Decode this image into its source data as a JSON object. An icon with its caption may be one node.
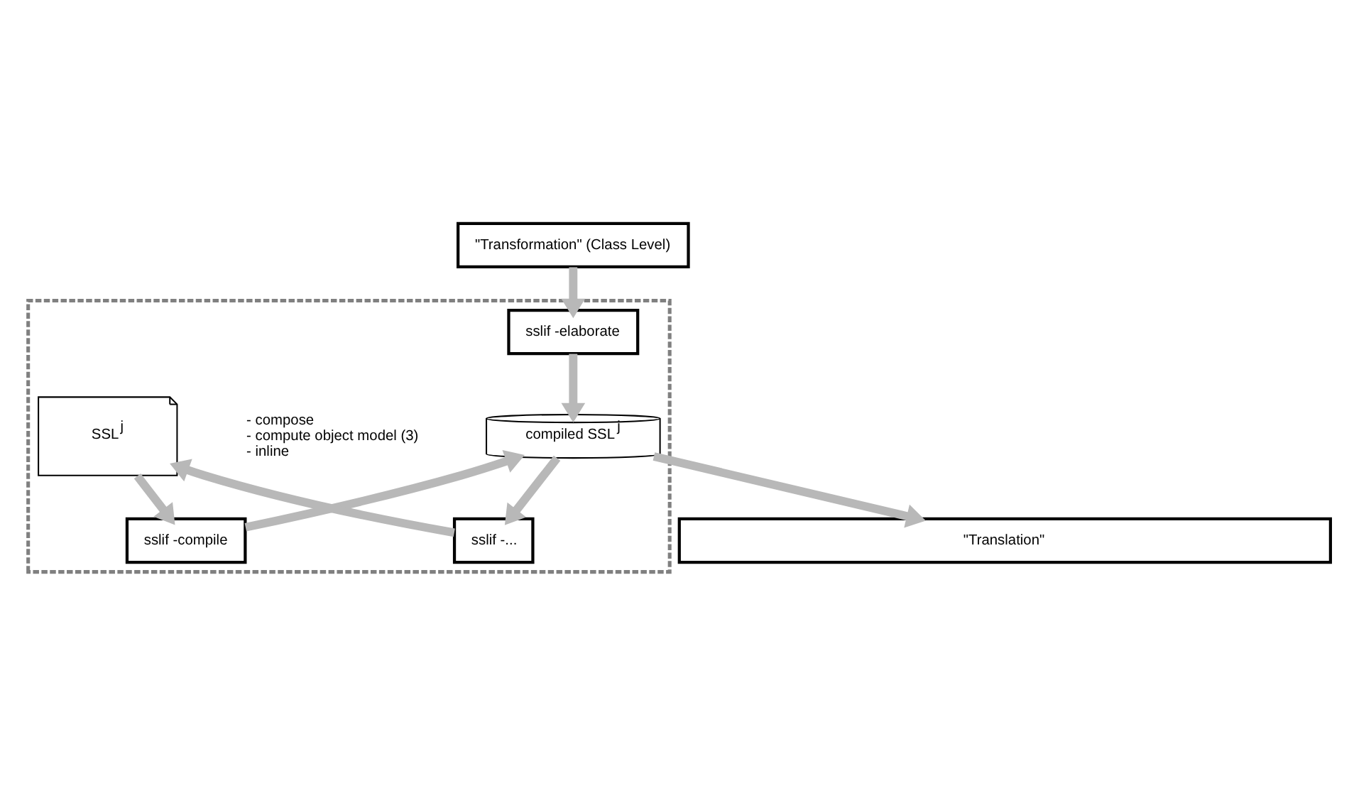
{
  "diagram": {
    "nodes": [
      {
        "text": [
          "\"Transformation\" (Class Level)"
        ]
      },
      {
        "text": [],
        "shape": "box"
      },
      {
        "text": [
          "sslif -elaborate"
        ],
        "in": 1
      },
      {
        "text": [
          "sslif -compile"
        ],
        "in": 1
      },
      {
        "text": [
          "compiled SSL$^{j}$"
        ],
        "in": 1
      },
      {
        "text": [
          "SSL$^{j}$"
        ],
        "in": 1,
        "beside": [
          "- compose",
          "- compute object model (3)",
          "- inline"
        ]
      },
      {
        "text": [
          "sslif -..."
        ],
        "in": 1
      },
      {
        "text": [
          "\"Translation\""
        ]
      }
    ],
    "edges": [
      {
        "from": 0,
        "to": 2,
        "arrow": "to"
      },
      {
        "from": 2,
        "to": 4,
        "arrow": "to"
      },
      {
        "from": 3,
        "to": 4,
        "arrow": "to"
      },
      {
        "from": 4,
        "to": 6,
        "arrow": "to"
      },
      {
        "from": 6,
        "to": 5,
        "arrow": "to"
      },
      {
        "from": 5,
        "to": 3,
        "arrow": "to"
      },
      {
        "from": 4,
        "to": 7,
        "arrow": "to"
      }
    ]
  }
}
